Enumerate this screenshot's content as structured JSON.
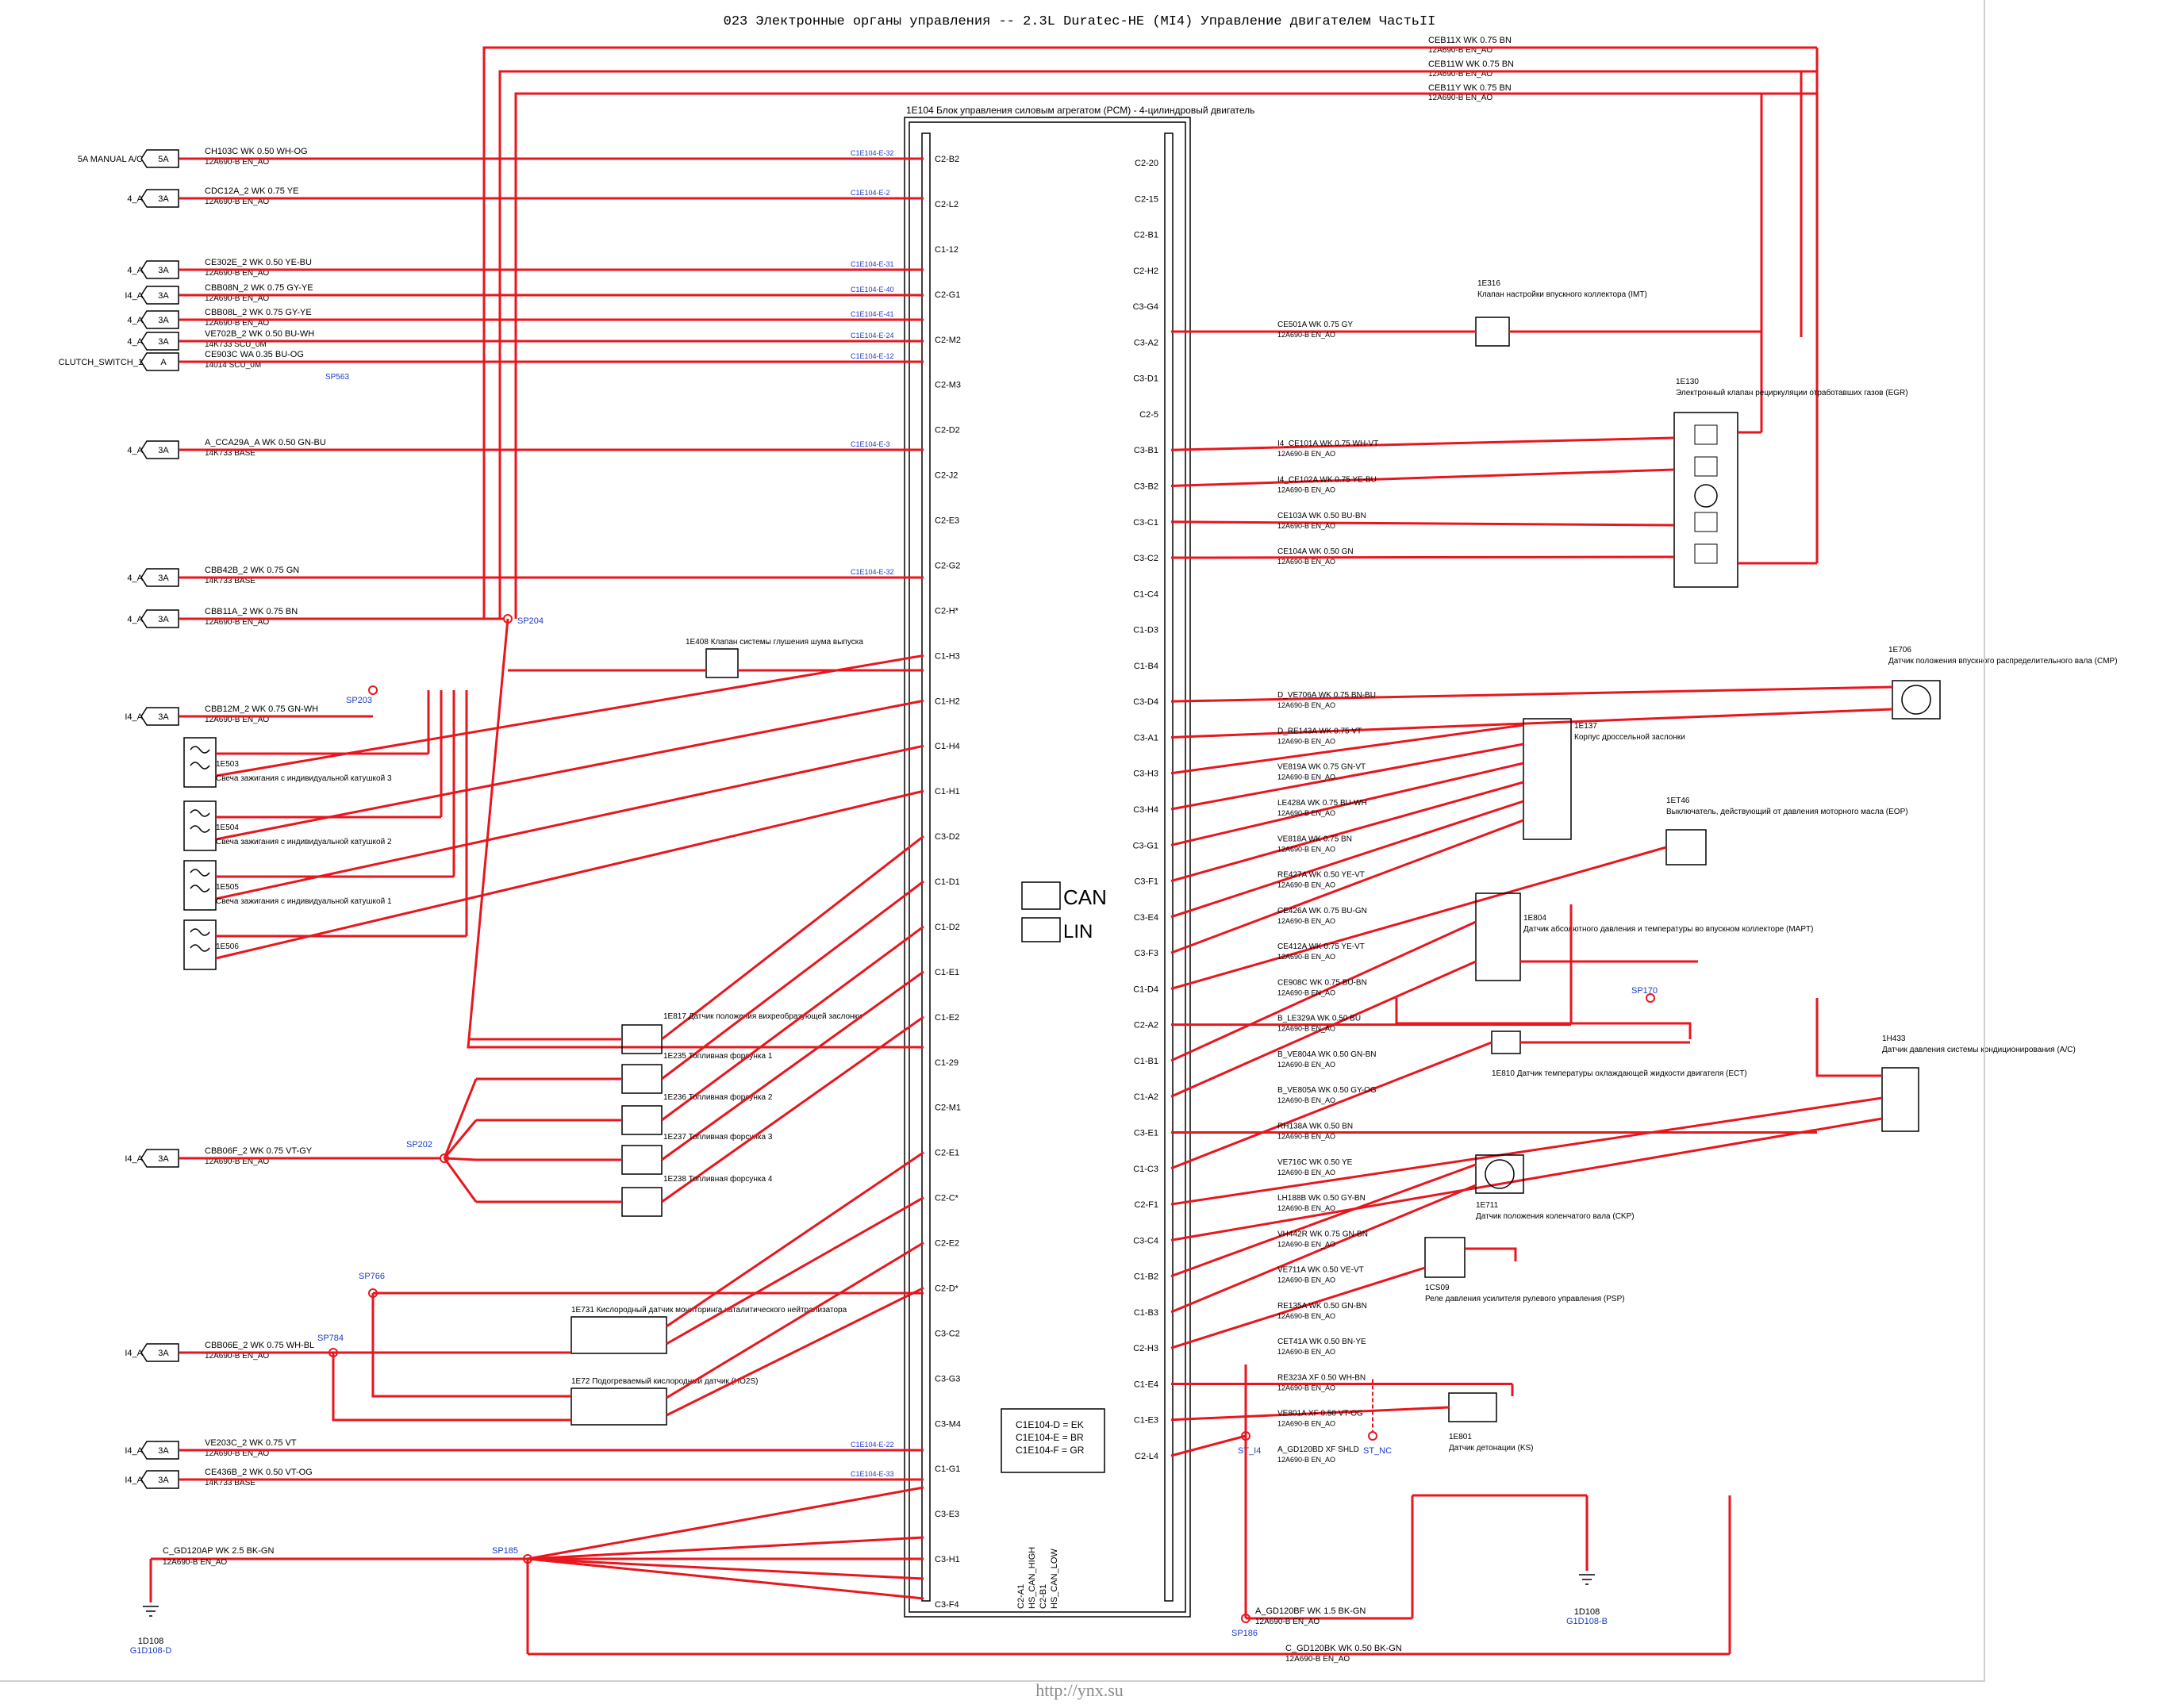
{
  "title": "023 Электронные органы управления -- 2.3L Duratec-HE (MI4) Управление двигателем ЧастьII",
  "footer": "http://ynx.su",
  "colors": {
    "wire": "#e8161e",
    "text": "#000000",
    "link": "#1a3cc8",
    "box": "#000000"
  },
  "pcm": {
    "id": "1E104",
    "name": "Блок управления силовым агрегатом (PCM) - 4-цилиндровый двигатель",
    "can_label": "CAN",
    "lin_label": "LIN",
    "legend": [
      "C1E104-D = EK",
      "C1E104-E = BR",
      "C1E104-F = GR"
    ],
    "bottom_labels": [
      "C2-A1",
      "HS_CAN_HIGH",
      "C2-B1",
      "HS_CAN_LOW"
    ],
    "left_pins": [
      "C2-B2",
      "C2-L2",
      "C1-12",
      "C2-G1",
      "C2-M2",
      "C2-M3",
      "C2-D2",
      "C2-J2",
      "C2-E3",
      "C2-G2",
      "C2-H*",
      "C1-H3",
      "C1-H2",
      "C1-H4",
      "C1-H1",
      "C3-D2",
      "C1-D1",
      "C1-D2",
      "C1-E1",
      "C1-E2",
      "C1-29",
      "C2-M1",
      "C2-E1",
      "C2-C*",
      "C2-E2",
      "C2-D*",
      "C3-C2",
      "C3-G3",
      "C3-M4",
      "C1-G1",
      "C3-E3",
      "C3-H1",
      "C3-F4"
    ],
    "right_pins": [
      "C2-20",
      "C2-15",
      "C2-B1",
      "C2-H2",
      "C3-G4",
      "C3-A2",
      "C3-D1",
      "C2-5",
      "C3-B1",
      "C3-B2",
      "C3-C1",
      "C3-C2",
      "C1-C4",
      "C1-D3",
      "C1-B4",
      "C3-D4",
      "C3-A1",
      "C3-H3",
      "C3-H4",
      "C3-G1",
      "C3-F1",
      "C3-E4",
      "C3-F3",
      "C1-D4",
      "C2-A2",
      "C1-B1",
      "C1-A2",
      "C3-E1",
      "C1-C3",
      "C2-F1",
      "C3-C4",
      "C1-B2",
      "C1-B3",
      "C2-H3",
      "C1-E4",
      "C1-E3",
      "C2-L4"
    ]
  },
  "left_sources": [
    {
      "label": "5A MANUAL A/C",
      "fuse": "5A",
      "wire": "CH103C   WK 0.50   WH-OG",
      "sub": "12A690-B          EN_AO",
      "pin": "C1E104-E-32"
    },
    {
      "label": "4_A",
      "fuse": "3A",
      "wire": "CDC12A_2  WK 0.75  YE",
      "sub": "12A690-B          EN_AO",
      "pin": "C1E104-E-2"
    },
    {
      "label": "4_A",
      "fuse": "3A",
      "wire": "CE302E_2  WK 0.50  YE-BU",
      "sub": "12A690-B          EN_AO",
      "pin": "C1E104-E-31"
    },
    {
      "label": "I4_A",
      "fuse": "3A",
      "wire": "CBB08N_2  WK 0.75  GY-YE",
      "sub": "12A690-B          EN_AO",
      "pin": "C1E104-E-40"
    },
    {
      "label": "4_A",
      "fuse": "3A",
      "wire": "CBB08L_2  WK 0.75  GY-YE",
      "sub": "12A690-B          EN_AO",
      "pin": "C1E104-E-41"
    },
    {
      "label": "4_A",
      "fuse": "3A",
      "wire": "VE702B_2  WK 0.50  BU-WH",
      "sub": "14K733          SCU_0M",
      "pin": "C1E104-E-24"
    },
    {
      "label": "CLUTCH_SWITCH_1",
      "fuse": "A",
      "wire": "CE903C  WA 0.35  BU-OG",
      "sub": "14014          SCU_0M",
      "pin": "C1E104-E-12"
    },
    {
      "label": "4_A",
      "fuse": "3A",
      "wire": "A_CCA29A_A WK 0.50  GN-BU",
      "sub": "14K733          BASE",
      "pin": "C1E104-E-3"
    },
    {
      "label": "4_A",
      "fuse": "3A",
      "wire": "CBB42B_2  WK 0.75  GN",
      "sub": "14K733          BASE",
      "pin": "C1E104-E-32"
    },
    {
      "label": "4_A",
      "fuse": "3A",
      "wire": "CBB11A_2  WK 0.75  BN",
      "sub": "12A690-B          EN_AO",
      "pin": ""
    },
    {
      "label": "I4_A",
      "fuse": "3A",
      "wire": "CBB12M_2  WK 0.75  GN-WH",
      "sub": "12A690-B          EN_AO",
      "pin": ""
    },
    {
      "label": "I4_A",
      "fuse": "3A",
      "wire": "CBB06F_2  WK 0.75  VT-GY",
      "sub": "12A690-B          EN_AO",
      "pin": ""
    },
    {
      "label": "I4_A",
      "fuse": "3A",
      "wire": "CBB06E_2  WK 0.75  WH-BL",
      "sub": "12A690-B          EN_AO",
      "pin": ""
    },
    {
      "label": "I4_A",
      "fuse": "3A",
      "wire": "VE203C_2  WK 0.75  VT",
      "sub": "12A690-B          EN_AO",
      "pin": "C1E104-E-22"
    },
    {
      "label": "I4_A",
      "fuse": "3A",
      "wire": "CE436B_2  WK 0.50  VT-OG",
      "sub": "14K733          BASE",
      "pin": "C1E104-E-33"
    }
  ],
  "splices": [
    "SP204",
    "SP203",
    "SP202",
    "SP766",
    "SP784",
    "SP185",
    "SP186",
    "SP170",
    "SP563",
    "ST_I4",
    "ST_NC"
  ],
  "left_components": [
    {
      "id": "1E408",
      "name": "Клапан системы глушения шума выпуска"
    },
    {
      "id": "1E503",
      "name": "Свеча зажигания с индивидуальной катушкой 3"
    },
    {
      "id": "1E504",
      "name": "Свеча зажигания с индивидуальной катушкой 2"
    },
    {
      "id": "1E505",
      "name": "Свеча зажигания с индивидуальной катушкой 1"
    },
    {
      "id": "1E506",
      "name": ""
    },
    {
      "id": "1E817",
      "name": "Датчик положения вихреобразующей заслонки"
    },
    {
      "id": "1E235",
      "name": "Топливная форсунка 1"
    },
    {
      "id": "1E236",
      "name": "Топливная форсунка 2"
    },
    {
      "id": "1E237",
      "name": "Топливная форсунка 3"
    },
    {
      "id": "1E238",
      "name": "Топливная форсунка 4"
    },
    {
      "id": "1E731",
      "name": "Кислородный датчик мониторинга каталитического нейтрализатора"
    },
    {
      "id": "1E72",
      "name": "Подогреваемый кислородный датчик (HO2S)"
    }
  ],
  "right_components": [
    {
      "id": "1E316",
      "name": "Клапан настройки впускного коллектора (IMT)"
    },
    {
      "id": "1E130",
      "name": "Электронный клапан рециркуляции отработавших газов (EGR)"
    },
    {
      "id": "1E706",
      "name": "Датчик положения впускного распределительного вала (CMP)"
    },
    {
      "id": "1E137",
      "name": "Корпус дроссельной заслонки"
    },
    {
      "id": "1ET46",
      "name": "Выключатель, действующий от давления моторного масла (EOP)"
    },
    {
      "id": "1E804",
      "name": "Датчик абсолютного давления и температуры во впускном коллекторе (MAPT)"
    },
    {
      "id": "1E810",
      "name": "Датчик температуры охлаждающей жидкости двигателя (ECT)"
    },
    {
      "id": "1H433",
      "name": "Датчик давления системы кондиционирования (A/C)"
    },
    {
      "id": "1E711",
      "name": "Датчик положения коленчатого вала (CKP)"
    },
    {
      "id": "1CS09",
      "name": "Реле давления усилителя рулевого управления (PSP)"
    },
    {
      "id": "1E801",
      "name": "Датчик детонации (KS)"
    }
  ],
  "top_wires": [
    {
      "wire": "CEB11X   WK 0.75  BN",
      "sub": "12A690-B         EN_AO"
    },
    {
      "wire": "CEB11W   WK 0.75  BN",
      "sub": "12A690-B         EN_AO"
    },
    {
      "wire": "CEB11Y   WK 0.75  BN",
      "sub": "12A690-B         EN_AO"
    }
  ],
  "right_wires": [
    {
      "wire": "CE501A   WK 0.75  GY",
      "sub": "12A690-B    EN_AO"
    },
    {
      "wire": "I4_CE101A WK 0.75  WH-VT",
      "sub": "12A690-B    EN_AO"
    },
    {
      "wire": "I4_CE102A WK 0.75  YE-BU",
      "sub": "12A690-B    EN_AO"
    },
    {
      "wire": "CE103A   WK 0.50  BU-BN",
      "sub": "12A690-B    EN_AO"
    },
    {
      "wire": "CE104A   WK 0.50  GN",
      "sub": "12A690-B    EN_AO"
    },
    {
      "wire": "D_VE706A  WK 0.75  BN-BU",
      "sub": "12A690-B    EN_AO"
    },
    {
      "wire": "D_RE143A  WK 0.75  VT",
      "sub": "12A690-B    EN_AO"
    },
    {
      "wire": "VE819A   WK 0.75  GN-VT",
      "sub": "12A690-B    EN_AO"
    },
    {
      "wire": "LE428A   WK 0.75  BU-WH",
      "sub": "12A690-B    EN_AO"
    },
    {
      "wire": "VE818A   WK 0.75  BN",
      "sub": "12A690-B    EN_AO"
    },
    {
      "wire": "RE427A   WK 0.50  YE-VT",
      "sub": "12A690-B    EN_AO"
    },
    {
      "wire": "CE426A   WK 0.75  BU-GN",
      "sub": "12A690-B    EN_AO"
    },
    {
      "wire": "CE412A   WK 0.75  YE-VT",
      "sub": "12A690-B    EN_AO"
    },
    {
      "wire": "CE908C   WK 0.75  BU-BN",
      "sub": "12A690-B    EN_AO"
    },
    {
      "wire": "B_LE329A  WK 0.50  BU",
      "sub": "12A690-B    EN_AO"
    },
    {
      "wire": "B_VE804A  WK 0.50  GN-BN",
      "sub": "12A690-B    EN_AO"
    },
    {
      "wire": "B_VE805A  WK 0.50  GY-OG",
      "sub": "12A690-B    EN_AO"
    },
    {
      "wire": "RH138A   WK 0.50  BN",
      "sub": "12A690-B    EN_AO"
    },
    {
      "wire": "VE716C   WK 0.50  YE",
      "sub": "12A690-B    EN_AO"
    },
    {
      "wire": "LH188B   WK 0.50  GY-BN",
      "sub": "12A690-B    EN_AO"
    },
    {
      "wire": "VH442R   WK 0.75  GN-BN",
      "sub": "12A690-B    EN_AO"
    },
    {
      "wire": "VE711A   WK 0.50  VE-VT",
      "sub": "12A690-B    EN_AO"
    },
    {
      "wire": "RE135A   WK 0.50  GN-BN",
      "sub": "12A690-B    EN_AO"
    },
    {
      "wire": "CET41A   WK 0.50  BN-YE",
      "sub": "12A690-B    EN_AO"
    },
    {
      "wire": "RE323A   XF 0.50  WH-BN",
      "sub": "12A690-B    EN_AO"
    },
    {
      "wire": "VE801A   XF 0.50  VT-OG",
      "sub": "12A690-B    EN_AO"
    },
    {
      "wire": "A_GD120BD XF  SHLD",
      "sub": "12A690-B    EN_AO"
    }
  ],
  "grounds": [
    {
      "id": "1D108",
      "link": "G1D108-D",
      "wire": "C_GD120AP WK 2.5   BK-GN",
      "sub": "12A690-B          EN_AO"
    },
    {
      "id": "1D108",
      "link": "G1D108-B",
      "wire": "A_GD120BF WK 1.5   BK-GN",
      "sub": "12A690-B    EN_AO"
    }
  ],
  "bottom_wires": [
    {
      "wire": "C_GD120BK WK 0.50   BK-GN",
      "sub": "12A690-B    EN_AO"
    }
  ]
}
